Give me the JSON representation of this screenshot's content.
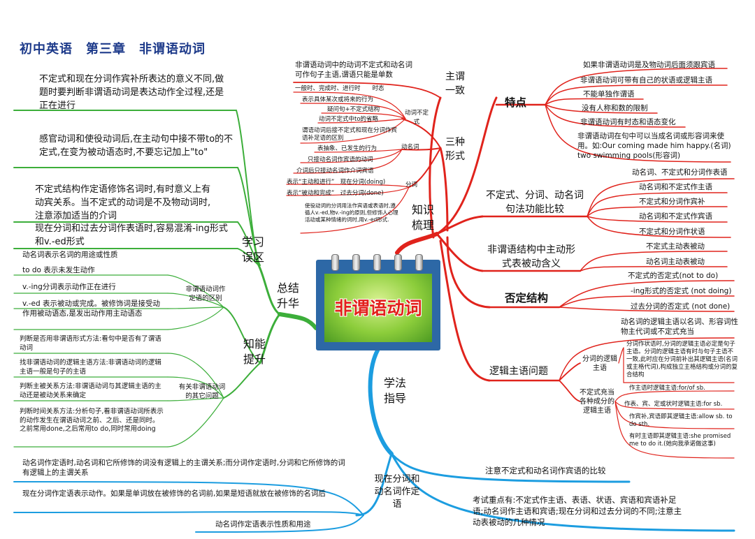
{
  "title": "初中英语　第三章　非谓语动词",
  "center": "非谓语动词",
  "colors": {
    "red": "#e0231c",
    "green": "#3cae3a",
    "blue": "#1c9de0",
    "title": "#1d3a8a"
  },
  "branches": {
    "zsls": "知识梳理",
    "zjsh": "总结升华",
    "xfzd": "学法指导",
    "xxwq": "学习误区",
    "znts": "知能提升"
  },
  "zhuwei": {
    "head": "主谓一致",
    "note": "非谓语动词中的动词不定式和动名词可作句子主语,谓语只能是单数"
  },
  "sanzhong": {
    "head": "三种形式",
    "budingshi": {
      "label": "动词不定式",
      "items": [
        "一般时、完成时、进行时　　时态",
        "表示具体某次或将来的行为",
        "疑问句+不定式结构",
        "动词不定式中to的省略",
        "谓语动词后接不定式和现在分词作宾语补足语的区别"
      ]
    },
    "dongmingci": {
      "label": "动名词",
      "items": [
        "表抽象、已发生的行为",
        "只接动名词作宾语的动词",
        "介词后只接动名词作介词宾语"
      ]
    },
    "fenci": {
      "label": "分词",
      "items": [
        "表示“主动和进行”　现在分词(doing)",
        "表示“被动和完成”　过去分词(done)",
        "使役动词的分词用法作宾语或表语时,遵循人v.-ed,物v.-ing的原则,但修饰人心理活动或某种情绪的词时,用v.-ed形式."
      ]
    }
  },
  "tedian": {
    "head": "特点",
    "items": [
      "如果非谓语动词是及物动词后面须跟宾语",
      "非谓语动词可带有自己的状语或逻辑主语",
      "不能单独作谓语",
      "没有人称和数的限制",
      "非谓语动词有时态和语态变化",
      "非谓语动词在句中可以当成名词或形容词来使用。如:Our coming made him happy.(名词) two swimming pools(形容词)"
    ]
  },
  "gongneng": {
    "head": "不定式、分词、动名词句法功能比较",
    "items": [
      "动名词、不定式和分词作表语",
      "动名词和不定式作主语",
      "不定式和分词作宾补",
      "动名词和不定式作宾语",
      "不定式和分词作状语"
    ]
  },
  "beidong": {
    "head": "非谓语结构中主动形式表被动含义",
    "items": [
      "不定式主动表被动",
      "动名词主动表被动"
    ]
  },
  "fouding": {
    "head": "否定结构",
    "items": [
      "不定式的否定式(not to do)",
      "-ing形式的否定式 (not doing)",
      "过去分词的否定式 (not done)"
    ]
  },
  "luoji": {
    "head": "逻辑主语问题",
    "top": "动名词的逻辑主语以名词、形容词性物主代词或不定式充当",
    "fenci_label": "分词的逻辑主语",
    "fenci_note": "分词作状语时,分词的逻辑主语必定是句子主语。分词的逻辑主语有时与句子主语不一致,此时应在分词前补出其逻辑主语(名词或主格代词),构成独立主格结构或分词的复合结构",
    "bds_label": "不定式充当各种成分的逻辑主语",
    "bds_items": [
      "作主语时逻辑主语:for/of sb.",
      "作表、宾、定或状时逻辑主语:for sb.",
      "作宾补,宾语即其逻辑主语:allow sb. to do sth.",
      "有时主语即其逻辑主语:she promised me to do it.(她向我承诺做这事)"
    ]
  },
  "xuefa": {
    "bijiao": "注意不定式和动名词作宾语的比较",
    "kaoshi": "考试重点有:不定式作主语、表语、状语、宾语和宾语补足语;动名词作主语和宾语;现在分词和过去分词的不同;注意主动表被动的几种情况",
    "dingyu_head": "现在分词和动名词作定语",
    "dingyu_items": [
      "动名词作定语时,动名词和它所修饰的词没有逻辑上的主谓关系;而分词作定语时,分词和它所修饰的词有逻辑上的主谓关系",
      "现在分词作定语表示动作。如果是单词放在被修饰的名词前,如果是短语就放在被修饰的名词后",
      "动名词作定语表示性质和用途"
    ]
  },
  "wuqu": {
    "items": [
      "不定式和现在分词作宾补所表达的意义不同,做题时要判断非谓语动词是表达动作全过程,还是正在进行",
      "感官动词和使役动词后,在主动句中接不带to的不定式,在变为被动语态时,不要忘记加上\"to\"",
      "不定式结构作定语修饰名词时,有时意义上有动宾关系。当不定式的动词是不及物动词时,注意添加适当的介词",
      "现在分词和过去分词作表语时,容易混淆-ing形式和v.-ed形式"
    ]
  },
  "tisheng": {
    "qubie_label": "非谓语动词作定语的区别",
    "qubie_items": [
      "动名词表示名词的用途或性质",
      "to do 表示未发生动作",
      "v.-ing分词表示动作正在进行",
      "v.-ed 表示被动或完成。被修饰词是接受动作用被动语态,是发出动作用主动语态"
    ],
    "qita_label": "有关非谓语动词的其它问题",
    "qita_items": [
      "判断是否用非谓语形式方法:看句中是否有了谓语动词",
      "找非谓语动词的逻辑主语方法:非谓语动词的逻辑主语一般是句子的主语",
      "判断主被关系方法:非谓语动词与其逻辑主语的主动还是被动关系来确定",
      "判断时间关系方法:分析句子,看非谓语动词所表示的动作发生在谓语动词之前、之后、还是同时。之前常用done,之后常用to do,同时常用doing"
    ]
  }
}
